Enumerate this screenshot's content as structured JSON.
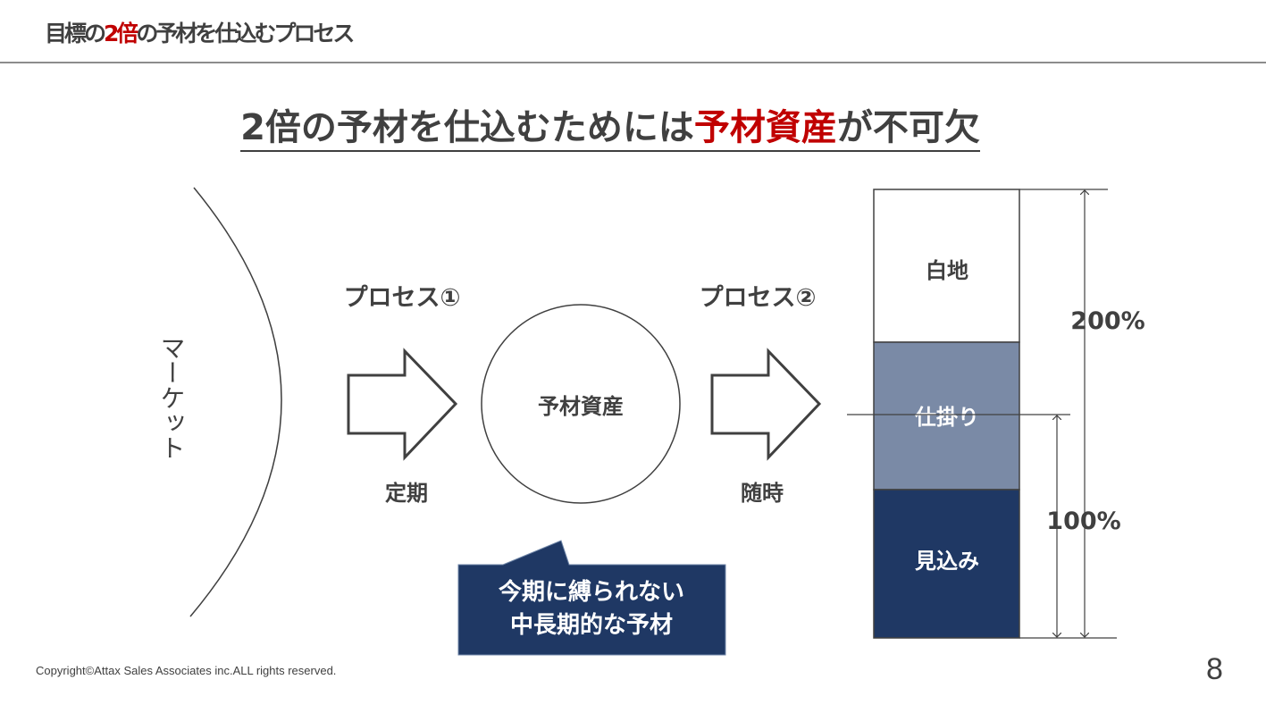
{
  "header": {
    "title_pre": "目標の",
    "title_red": "2倍",
    "title_post": "の予材を仕込むプロセス"
  },
  "main_title": {
    "pre": "2倍の予材を仕込むためには",
    "red": "予材資産",
    "post": "が不可欠"
  },
  "diagram": {
    "market": "マーケット",
    "process1": {
      "label": "プロセス①",
      "sub": "定期"
    },
    "process2": {
      "label": "プロセス②",
      "sub": "随時"
    },
    "asset": "予材資産",
    "callout": [
      "今期に縛られない",
      "中長期的な予材"
    ],
    "stack": [
      {
        "label": "白地",
        "color": "#ffffff"
      },
      {
        "label": "仕掛り",
        "color": "#7a8aa6"
      },
      {
        "label": "見込み",
        "color": "#1f3864"
      }
    ],
    "dim_200": "200%",
    "dim_100": "100%"
  },
  "colors": {
    "accent": "#c00000",
    "navy": "#1f3864",
    "text": "#404040"
  },
  "footer": {
    "copyright": "Copyright©Attax Sales Associates inc.ALL rights reserved.",
    "page": "8"
  }
}
